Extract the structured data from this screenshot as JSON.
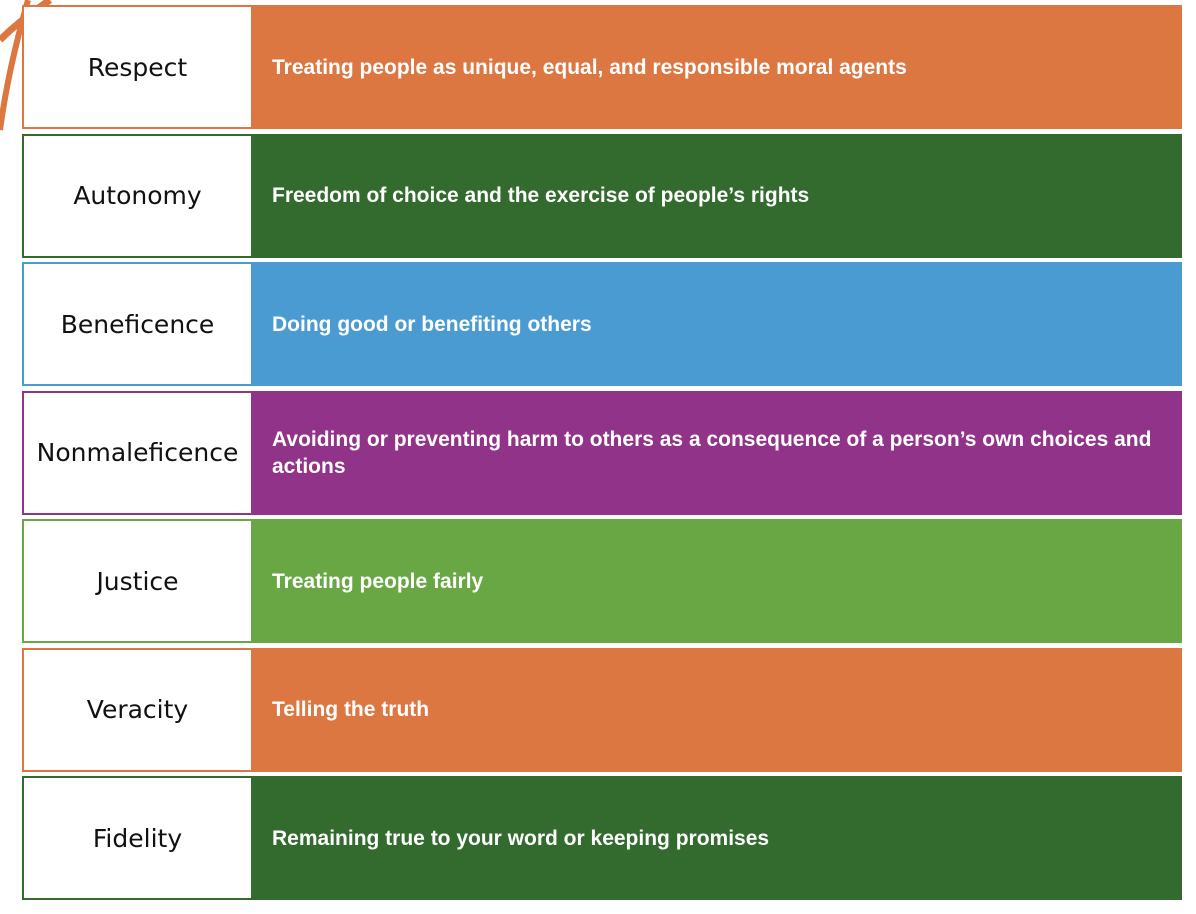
{
  "principles": [
    {
      "term": "Respect",
      "definition": "Treating people as unique, equal, and responsible moral agents",
      "color": "#DC7742"
    },
    {
      "term": "Autonomy",
      "definition": "Freedom of choice and the exercise of people’s rights",
      "color": "#336B2E"
    },
    {
      "term": "Beneficence",
      "definition": "Doing good or benefiting others",
      "color": "#4B9BD3"
    },
    {
      "term": "Nonmaleficence",
      "definition": "Avoiding or preventing harm to others as a consequence of a person’s own choices and actions",
      "color": "#913389"
    },
    {
      "term": "Justice",
      "definition": "Treating people fairly",
      "color": "#69A745"
    },
    {
      "term": "Veracity",
      "definition": "Telling the truth",
      "color": "#DC7742"
    },
    {
      "term": "Fidelity",
      "definition": "Remaining true to your word or keeping promises",
      "color": "#336B2E"
    }
  ]
}
